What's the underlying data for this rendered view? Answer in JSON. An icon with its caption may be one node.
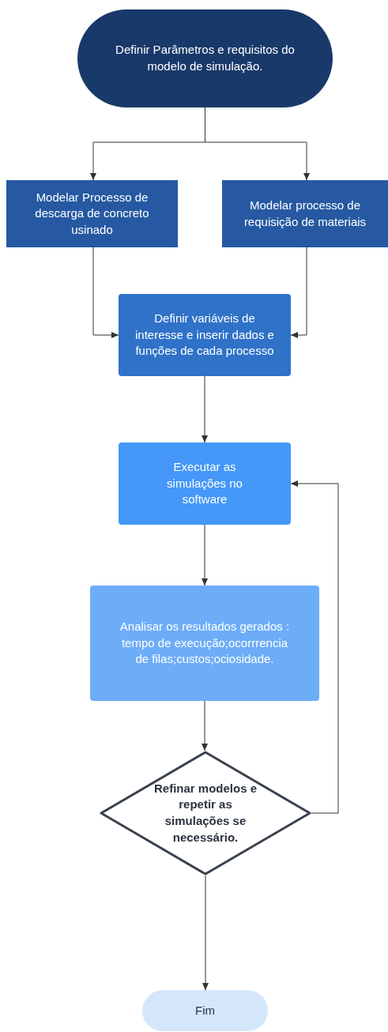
{
  "diagram": {
    "nodes": [
      {
        "text": [
          "Definir Parâmetros e requisitos do modelo de simulação."
        ]
      },
      {
        "text": [
          "Modelar Processo de descarga de concreto usinado"
        ]
      },
      {
        "text": [
          "Modelar processo de requisição de materiais"
        ]
      },
      {
        "text": [
          "Definir variáveis de interesse e inserir dados e funções de cada processo"
        ]
      },
      {
        "text": [
          "Executar as simulações no software"
        ]
      },
      {
        "text": [
          "Analisar os resultados gerados : tempo de execução;ocorrrencia de filas;custos;ociosidade."
        ]
      },
      {
        "text": [
          "Refinar modelos e repetir as simulações se necessário."
        ]
      },
      {
        "text": [
          "Fim"
        ]
      }
    ],
    "edges": [
      {
        "from": 0,
        "to": 1,
        "arrow": "to"
      },
      {
        "from": 0,
        "to": 2,
        "arrow": "to"
      },
      {
        "from": 1,
        "to": 3,
        "arrow": "to"
      },
      {
        "from": 2,
        "to": 3,
        "arrow": "to"
      },
      {
        "from": 3,
        "to": 4,
        "arrow": "to"
      },
      {
        "from": 4,
        "to": 5,
        "arrow": "to"
      },
      {
        "from": 5,
        "to": 6,
        "arrow": "to"
      },
      {
        "from": 6,
        "to": 4,
        "arrow": "to"
      },
      {
        "from": 6,
        "to": 7,
        "arrow": "to"
      }
    ]
  }
}
